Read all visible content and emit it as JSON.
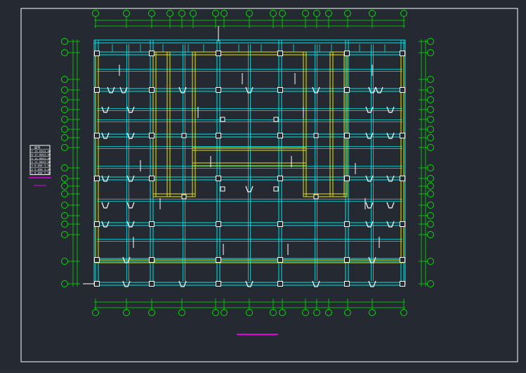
{
  "drawing": {
    "background": "#252932",
    "frame_color": "#ffffff",
    "axis_color": "#00e000",
    "beam_color": "#00e5e5",
    "wall_color": "#e6e600",
    "column_color": "#ffffff",
    "accent_color": "#e000e0"
  },
  "level_table": {
    "header": "层号",
    "rows": [
      {
        "no": "7",
        "elev": "19.650",
        "h": "3.00"
      },
      {
        "no": "6",
        "elev": "17.050",
        "h": "3.00"
      },
      {
        "no": "5",
        "elev": "14.050",
        "h": "3.00"
      },
      {
        "no": "4",
        "elev": "11.050",
        "h": "3.00"
      },
      {
        "no": "3",
        "elev": "8.050",
        "h": "3.00"
      },
      {
        "no": "2",
        "elev": "5.050",
        "h": "3.00"
      },
      {
        "no": "1",
        "elev": "0.050",
        "h": "5.00"
      }
    ]
  }
}
